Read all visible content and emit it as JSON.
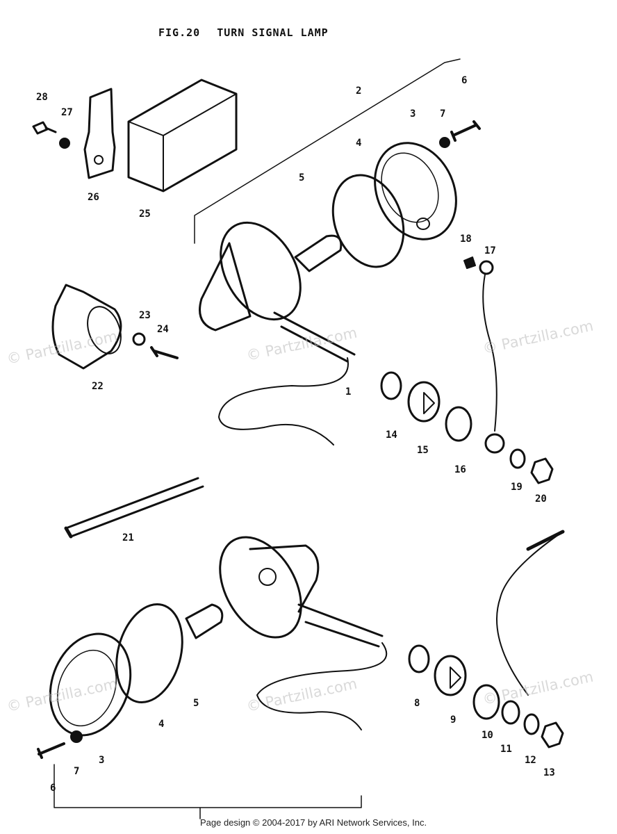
{
  "figure": {
    "number": "FIG.20",
    "name": "TURN SIGNAL LAMP"
  },
  "callouts": [
    "1",
    "2",
    "3",
    "3",
    "4",
    "4",
    "5",
    "5",
    "6",
    "6",
    "7",
    "7",
    "8",
    "9",
    "10",
    "11",
    "12",
    "13",
    "14",
    "15",
    "16",
    "17",
    "18",
    "19",
    "20",
    "21",
    "22",
    "23",
    "24",
    "25",
    "26",
    "27",
    "28"
  ],
  "watermark": "© Partzilla.com",
  "footer": "Page design © 2004-2017 by ARI Network Services, Inc."
}
